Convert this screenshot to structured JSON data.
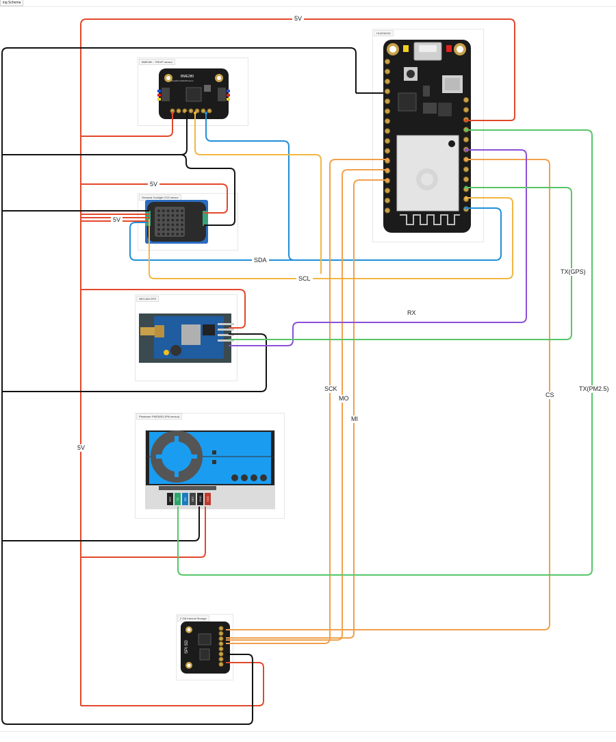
{
  "page": {
    "tab_label": "ing Schema"
  },
  "modules": {
    "huzzah": {
      "title": "HUZZAH32"
    },
    "bme": {
      "title": "BME280 - T/RH/P sensor"
    },
    "co2": {
      "title": "Senseair Sunlight CO2 sensor"
    },
    "gps": {
      "title": "NEO-6M GPS"
    },
    "pm": {
      "title": "Plantower PMS5003 (PM sensor)"
    },
    "sd": {
      "title": "2 GB Internal Storage"
    }
  },
  "pm_pins": [
    "RST",
    "TX",
    "RX",
    "SET",
    "GND",
    "VCC"
  ],
  "labels": {
    "five_v_top": "5V",
    "five_v_a": "5V",
    "five_v_b": "5V",
    "five_v_left": "5V",
    "sda": "SDA",
    "scl": "SCL",
    "rx": "RX",
    "tx_gps": "TX(GPS)",
    "sck": "SCK",
    "mo": "MO",
    "mi": "MI",
    "cs": "CS",
    "tx_pm": "TX(PM2.5)"
  },
  "colors": {
    "power": "#e2472a",
    "ground": "#111111",
    "sda": "#1f8fd8",
    "scl": "#f2b640",
    "spi": "#f0a04b",
    "rx": "#8a4fd6",
    "tx": "#55c567",
    "pcb": "#1b1b1b",
    "pm_blue": "#1a9cf0"
  }
}
